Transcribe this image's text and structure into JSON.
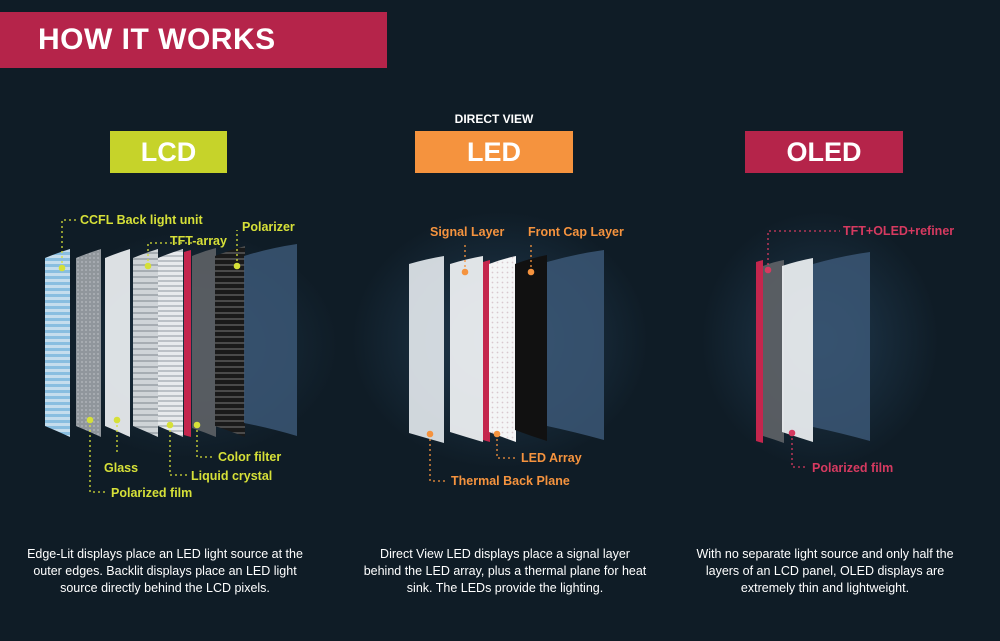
{
  "header": {
    "title": "HOW IT WORKS"
  },
  "colors": {
    "background": "#0f1c26",
    "banner": "#b5244a",
    "lcd": "#c6d32a",
    "led": "#f5933e",
    "oled": "#b5244a",
    "callout_lcd": "#d6e038",
    "callout_led": "#f5933e",
    "callout_oled": "#d63a60"
  },
  "lcd": {
    "label": "LCD",
    "callouts": {
      "ccfl": "CCFL Back light unit",
      "tft": "TFT-array",
      "polarizer": "Polarizer",
      "color_filter": "Color filter",
      "glass": "Glass",
      "liquid_crystal": "Liquid crystal",
      "polarized_film": "Polarized film"
    },
    "description": "Edge-Lit displays place an LED light source at the outer edges. Backlit displays place an LED light source directly behind the LCD pixels."
  },
  "led": {
    "subtitle": "DIRECT VIEW",
    "label": "LED",
    "callouts": {
      "signal_layer": "Signal Layer",
      "front_cap": "Front Cap Layer",
      "led_array": "LED Array",
      "thermal": "Thermal Back Plane"
    },
    "description": "Direct View LED displays place a signal layer behind the LED array, plus a thermal plane for heat sink. The LEDs provide the lighting."
  },
  "oled": {
    "label": "OLED",
    "callouts": {
      "tft_oled": "TFT+OLED+refiner",
      "polarized_film": "Polarized film"
    },
    "description": "With no separate light source and only half the layers of an LCD panel, OLED displays are extremely thin and lightweight."
  }
}
